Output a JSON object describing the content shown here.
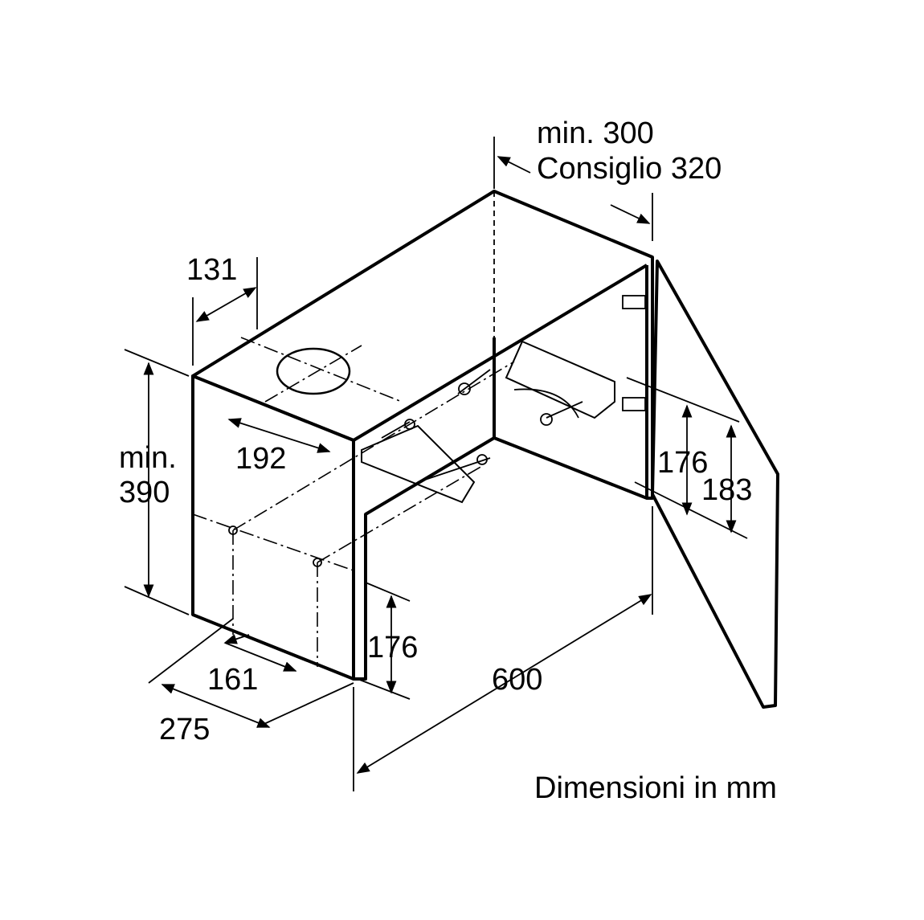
{
  "diagram": {
    "labels": {
      "depth_top": "131",
      "height_min_line1": "min.",
      "height_min_line2": "390",
      "hole_offset": "192",
      "bottom_offset_161": "161",
      "bottom_depth_275": "275",
      "left_height_176": "176",
      "width_600": "600",
      "right_height_176": "176",
      "right_height_183": "183",
      "clearance_line1": "min. 300",
      "clearance_line2": "Consiglio 320",
      "units_note": "Dimensioni in mm"
    }
  }
}
